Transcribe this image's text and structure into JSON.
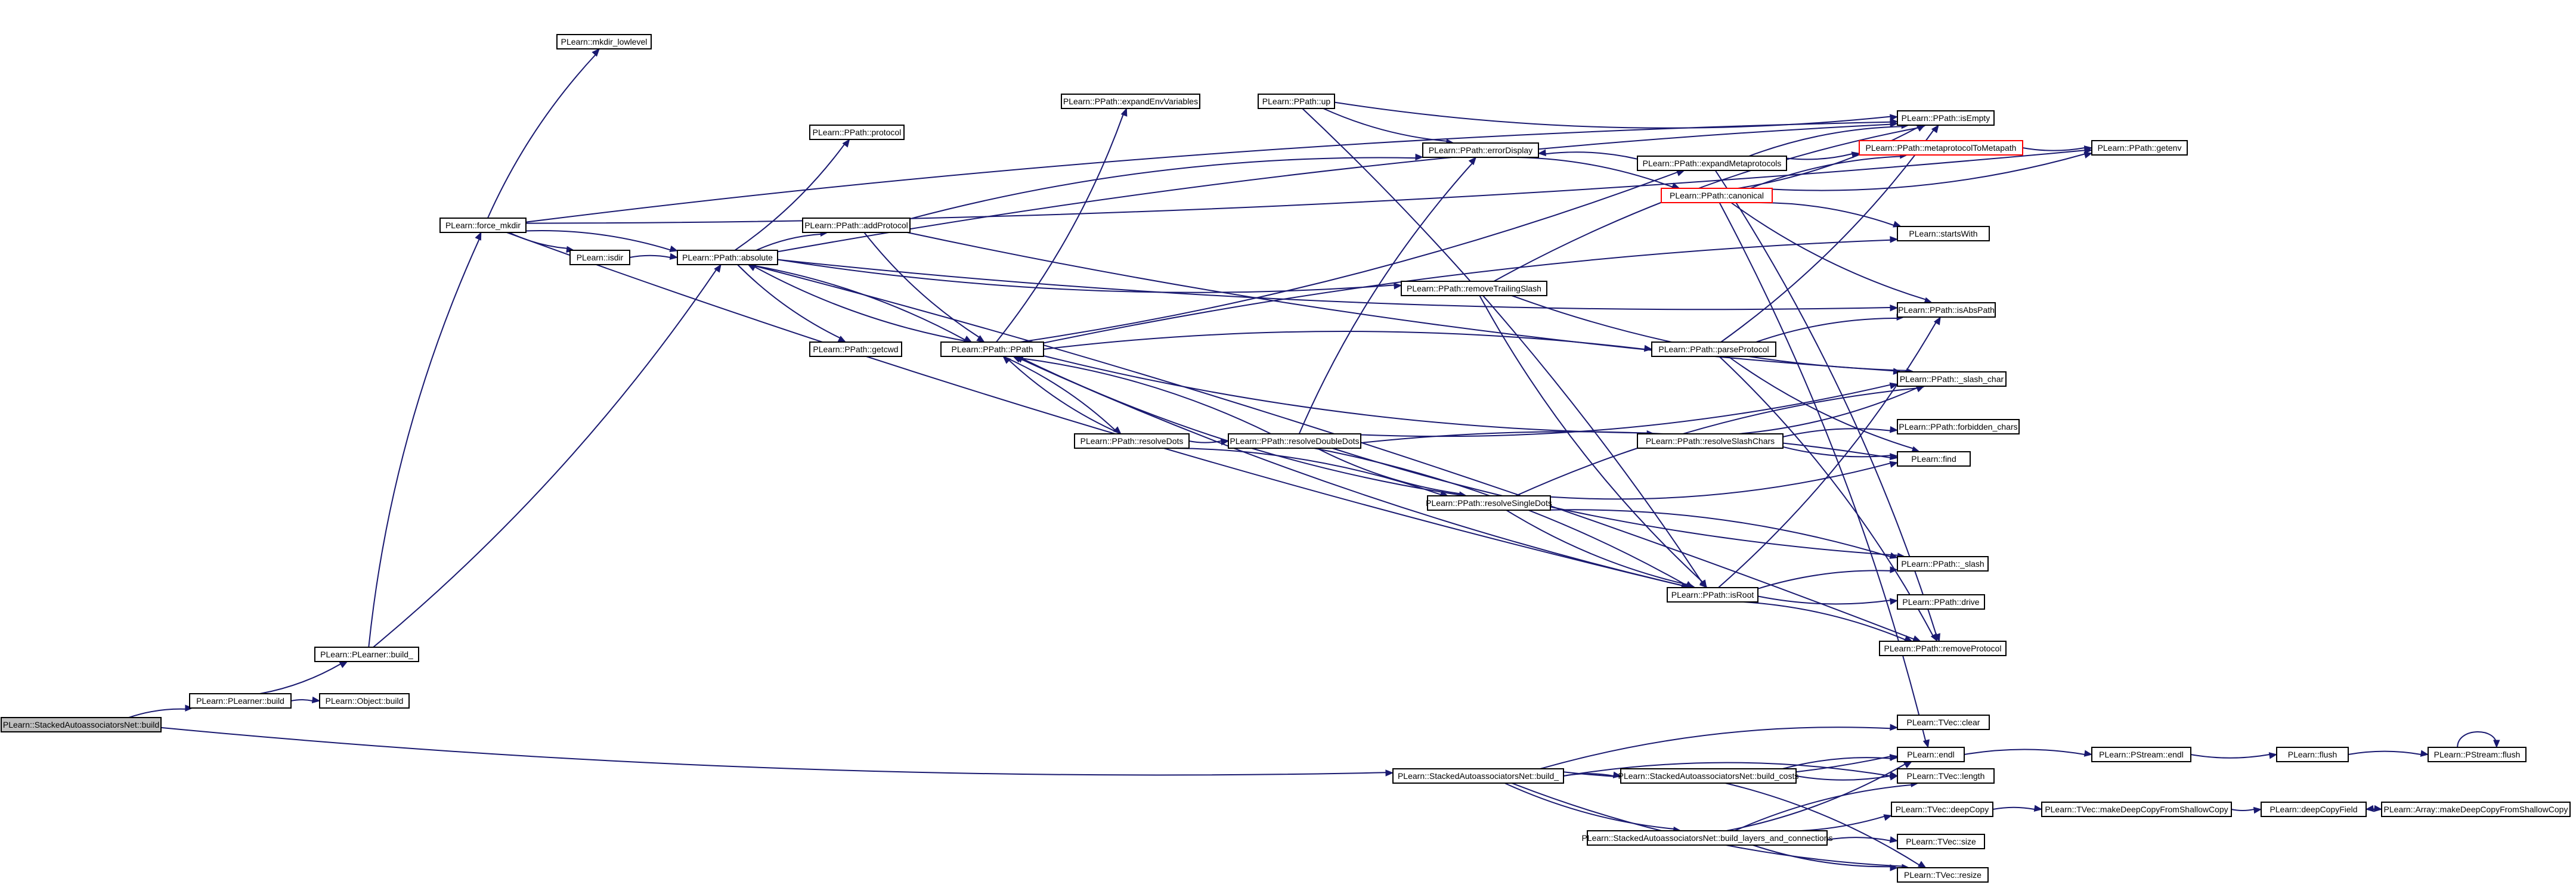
{
  "title": "Call graph",
  "colors": {
    "edge": "#191970",
    "node_border": "#000000",
    "node_fill": "#ffffff",
    "root_fill": "#bfbfbf",
    "highlight_border": "#ff0000"
  },
  "nodes": [
    {
      "id": "n0",
      "label": "PLearn::StackedAutoassociatorsNet::build",
      "root": true
    },
    {
      "id": "n1",
      "label": "PLearn::PLearner::build"
    },
    {
      "id": "n2",
      "label": "PLearn::Object::build"
    },
    {
      "id": "n3",
      "label": "PLearn::PLearner::build_"
    },
    {
      "id": "n4",
      "label": "PLearn::force_mkdir"
    },
    {
      "id": "n5",
      "label": "PLearn::mkdir_lowlevel"
    },
    {
      "id": "n6",
      "label": "PLearn::isdir"
    },
    {
      "id": "n7",
      "label": "PLearn::PPath::absolute"
    },
    {
      "id": "n8",
      "label": "PLearn::PPath::protocol"
    },
    {
      "id": "n9",
      "label": "PLearn::PPath::addProtocol"
    },
    {
      "id": "n10",
      "label": "PLearn::PPath::getcwd"
    },
    {
      "id": "n11",
      "label": "PLearn::PPath::PPath"
    },
    {
      "id": "n12",
      "label": "PLearn::PPath::expandEnvVariables"
    },
    {
      "id": "n13",
      "label": "PLearn::PPath::up"
    },
    {
      "id": "n14",
      "label": "PLearn::PPath::errorDisplay"
    },
    {
      "id": "n15",
      "label": "PLearn::PPath::removeTrailingSlash"
    },
    {
      "id": "n16",
      "label": "PLearn::PPath::resolveDots"
    },
    {
      "id": "n17",
      "label": "PLearn::PPath::resolveDoubleDots"
    },
    {
      "id": "n18",
      "label": "PLearn::PPath::resolveSingleDots"
    },
    {
      "id": "n19",
      "label": "PLearn::PPath::expandMetaprotocols"
    },
    {
      "id": "n20",
      "label": "PLearn::PPath::canonical",
      "red": true
    },
    {
      "id": "n21",
      "label": "PLearn::PPath::parseProtocol"
    },
    {
      "id": "n22",
      "label": "PLearn::PPath::resolveSlashChars"
    },
    {
      "id": "n23",
      "label": "PLearn::PPath::isRoot"
    },
    {
      "id": "n24",
      "label": "PLearn::PPath::isEmpty"
    },
    {
      "id": "n25",
      "label": "PLearn::PPath::metaprotocolToMetapath",
      "red": true
    },
    {
      "id": "n26",
      "label": "PLearn::PPath::getenv"
    },
    {
      "id": "n27",
      "label": "PLearn::startsWith"
    },
    {
      "id": "n28",
      "label": "PLearn::PPath::isAbsPath"
    },
    {
      "id": "n29",
      "label": "PLearn::PPath::_slash_char"
    },
    {
      "id": "n30",
      "label": "PLearn::PPath::forbidden_chars"
    },
    {
      "id": "n31",
      "label": "PLearn::find"
    },
    {
      "id": "n32",
      "label": "PLearn::PPath::_slash"
    },
    {
      "id": "n33",
      "label": "PLearn::PPath::drive"
    },
    {
      "id": "n34",
      "label": "PLearn::PPath::removeProtocol"
    },
    {
      "id": "n35",
      "label": "PLearn::StackedAutoassociatorsNet::build_"
    },
    {
      "id": "n36",
      "label": "PLearn::StackedAutoassociatorsNet::build_costs"
    },
    {
      "id": "n37",
      "label": "PLearn::StackedAutoassociatorsNet::build_layers_and_connections"
    },
    {
      "id": "n38",
      "label": "PLearn::TVec::clear"
    },
    {
      "id": "n39",
      "label": "PLearn::endl"
    },
    {
      "id": "n40",
      "label": "PLearn::TVec::length"
    },
    {
      "id": "n41",
      "label": "PLearn::TVec::deepCopy"
    },
    {
      "id": "n42",
      "label": "PLearn::TVec::size"
    },
    {
      "id": "n43",
      "label": "PLearn::TVec::resize"
    },
    {
      "id": "n44",
      "label": "PLearn::PStream::endl"
    },
    {
      "id": "n45",
      "label": "PLearn::flush"
    },
    {
      "id": "n46",
      "label": "PLearn::PStream::flush"
    },
    {
      "id": "n47",
      "label": "PLearn::TVec::makeDeepCopyFromShallowCopy"
    },
    {
      "id": "n48",
      "label": "PLearn::deepCopyField"
    },
    {
      "id": "n49",
      "label": "PLearn::Array::makeDeepCopyFromShallowCopy"
    }
  ],
  "edges": [
    [
      "n0",
      "n1"
    ],
    [
      "n0",
      "n35"
    ],
    [
      "n1",
      "n2"
    ],
    [
      "n1",
      "n3"
    ],
    [
      "n3",
      "n4"
    ],
    [
      "n3",
      "n7"
    ],
    [
      "n4",
      "n5"
    ],
    [
      "n4",
      "n6"
    ],
    [
      "n4",
      "n7"
    ],
    [
      "n4",
      "n23"
    ],
    [
      "n4",
      "n24"
    ],
    [
      "n4",
      "n26"
    ],
    [
      "n6",
      "n7"
    ],
    [
      "n7",
      "n8"
    ],
    [
      "n7",
      "n9"
    ],
    [
      "n7",
      "n10"
    ],
    [
      "n7",
      "n11"
    ],
    [
      "n7",
      "n15"
    ],
    [
      "n7",
      "n24"
    ],
    [
      "n7",
      "n28"
    ],
    [
      "n7",
      "n34"
    ],
    [
      "n9",
      "n11"
    ],
    [
      "n9",
      "n14"
    ],
    [
      "n9",
      "n29"
    ],
    [
      "n11",
      "n7"
    ],
    [
      "n11",
      "n12"
    ],
    [
      "n11",
      "n16"
    ],
    [
      "n11",
      "n19"
    ],
    [
      "n11",
      "n21"
    ],
    [
      "n11",
      "n22"
    ],
    [
      "n11",
      "n27"
    ],
    [
      "n13",
      "n14"
    ],
    [
      "n13",
      "n23"
    ],
    [
      "n13",
      "n24"
    ],
    [
      "n14",
      "n20"
    ],
    [
      "n15",
      "n23"
    ],
    [
      "n15",
      "n24"
    ],
    [
      "n15",
      "n29"
    ],
    [
      "n16",
      "n11"
    ],
    [
      "n16",
      "n17"
    ],
    [
      "n16",
      "n18"
    ],
    [
      "n17",
      "n11"
    ],
    [
      "n17",
      "n14"
    ],
    [
      "n17",
      "n18"
    ],
    [
      "n17",
      "n23"
    ],
    [
      "n17",
      "n29"
    ],
    [
      "n17",
      "n31"
    ],
    [
      "n17",
      "n32"
    ],
    [
      "n18",
      "n11"
    ],
    [
      "n18",
      "n23"
    ],
    [
      "n18",
      "n29"
    ],
    [
      "n18",
      "n31"
    ],
    [
      "n18",
      "n32"
    ],
    [
      "n19",
      "n14"
    ],
    [
      "n19",
      "n24"
    ],
    [
      "n19",
      "n25"
    ],
    [
      "n19",
      "n34"
    ],
    [
      "n20",
      "n24"
    ],
    [
      "n20",
      "n25"
    ],
    [
      "n20",
      "n26"
    ],
    [
      "n20",
      "n27"
    ],
    [
      "n20",
      "n28"
    ],
    [
      "n20",
      "n39"
    ],
    [
      "n21",
      "n24"
    ],
    [
      "n21",
      "n28"
    ],
    [
      "n21",
      "n31"
    ],
    [
      "n21",
      "n34"
    ],
    [
      "n22",
      "n29"
    ],
    [
      "n22",
      "n30"
    ],
    [
      "n22",
      "n31"
    ],
    [
      "n23",
      "n11"
    ],
    [
      "n23",
      "n28"
    ],
    [
      "n23",
      "n32"
    ],
    [
      "n23",
      "n33"
    ],
    [
      "n23",
      "n34"
    ],
    [
      "n25",
      "n26"
    ],
    [
      "n35",
      "n36"
    ],
    [
      "n35",
      "n37"
    ],
    [
      "n35",
      "n38"
    ],
    [
      "n35",
      "n39"
    ],
    [
      "n35",
      "n40"
    ],
    [
      "n35",
      "n43"
    ],
    [
      "n36",
      "n39"
    ],
    [
      "n36",
      "n40"
    ],
    [
      "n36",
      "n43"
    ],
    [
      "n37",
      "n39"
    ],
    [
      "n37",
      "n40"
    ],
    [
      "n37",
      "n41"
    ],
    [
      "n37",
      "n42"
    ],
    [
      "n37",
      "n43"
    ],
    [
      "n39",
      "n44"
    ],
    [
      "n44",
      "n45"
    ],
    [
      "n45",
      "n46"
    ],
    [
      "n46",
      "n46"
    ],
    [
      "n41",
      "n47"
    ],
    [
      "n47",
      "n48"
    ],
    [
      "n48",
      "n49"
    ],
    [
      "n49",
      "n48"
    ]
  ]
}
